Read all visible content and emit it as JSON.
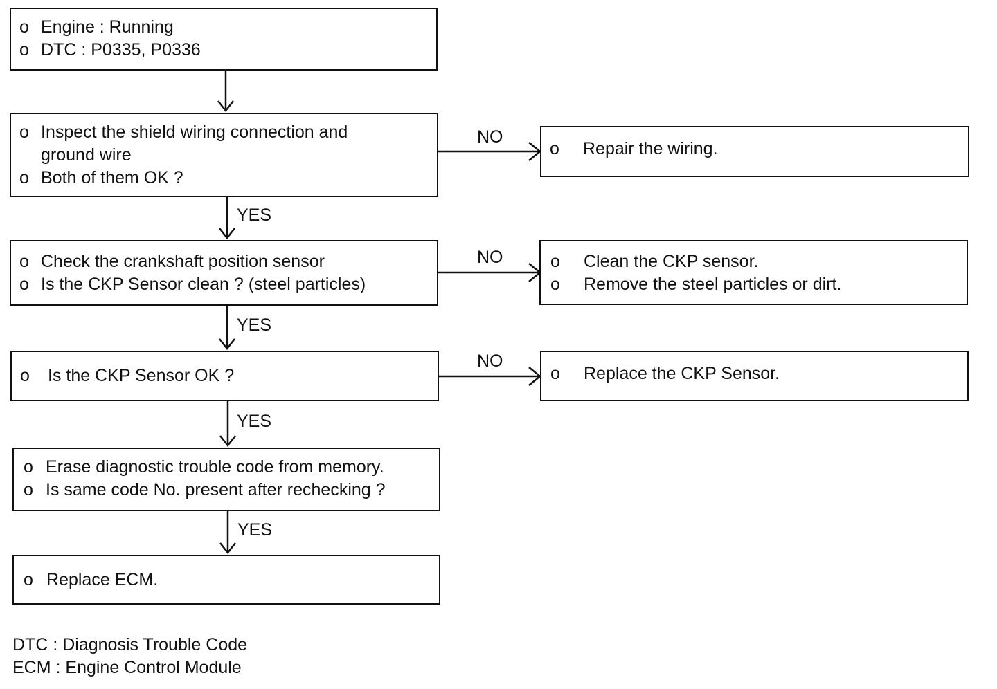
{
  "bullet": "o",
  "boxes": {
    "start": [
      "Engine : Running",
      "DTC : P0335, P0336"
    ],
    "inspect_wiring": [
      "Inspect the shield wiring connection and",
      "ground wire",
      "Both of them OK ?"
    ],
    "repair_wiring": [
      "Repair the wiring."
    ],
    "check_sensor": [
      "Check the crankshaft position sensor",
      "Is the CKP Sensor clean ? (steel particles)"
    ],
    "clean_sensor": [
      "Clean the CKP sensor.",
      "Remove the steel particles or dirt."
    ],
    "sensor_ok": [
      "Is the CKP Sensor OK ?"
    ],
    "replace_sensor": [
      "Replace the CKP Sensor."
    ],
    "erase_dtc": [
      "Erase diagnostic trouble code from memory.",
      "Is same code No. present after rechecking ?"
    ],
    "replace_ecm": [
      "Replace ECM."
    ]
  },
  "labels": {
    "yes": "YES",
    "no": "NO"
  },
  "legend": [
    "DTC : Diagnosis Trouble Code",
    "ECM : Engine Control Module"
  ]
}
